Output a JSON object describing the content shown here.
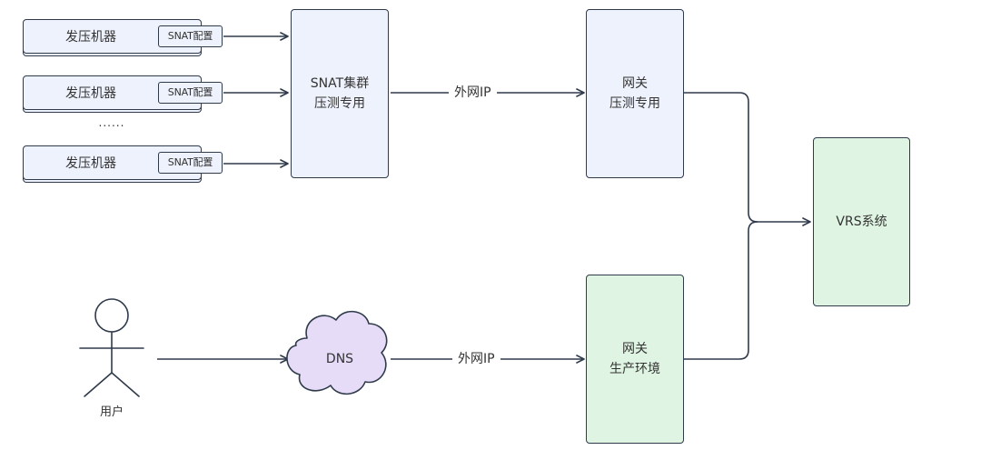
{
  "machines": [
    {
      "label": "发压机器",
      "snat_tag": "SNAT配置"
    },
    {
      "label": "发压机器",
      "snat_tag": "SNAT配置"
    },
    {
      "label": "发压机器",
      "snat_tag": "SNAT配置"
    }
  ],
  "ellipsis": "......",
  "snat_cluster": {
    "line1": "SNAT集群",
    "line2": "压测专用"
  },
  "gateway_test": {
    "line1": "网关",
    "line2": "压测专用"
  },
  "gateway_prod": {
    "line1": "网关",
    "line2": "生产环境"
  },
  "vrs": {
    "label": "VRS系统"
  },
  "dns": {
    "label": "DNS"
  },
  "user": {
    "label": "用户"
  },
  "edges": {
    "snat_to_gateway_label": "外网IP",
    "dns_to_gateway_label": "外网IP"
  },
  "colors": {
    "test_fill": "#eef2fc",
    "prod_fill": "#dff4e2",
    "dns_fill": "#e6dcf8",
    "stroke": "#2f3a4a"
  }
}
